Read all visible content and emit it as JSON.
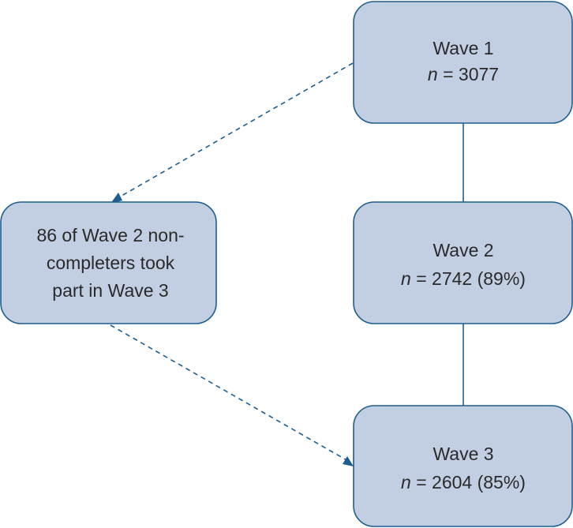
{
  "nodes": {
    "wave1": {
      "title": "Wave 1",
      "n_label": "n",
      "n_value": " = 3077"
    },
    "wave2": {
      "title": "Wave 2",
      "n_label": "n",
      "n_value": " = 2742 (89%)"
    },
    "wave3": {
      "title": "Wave 3",
      "n_label": "n",
      "n_value": " = 2604 (85%)"
    },
    "noncompleters": {
      "line1": "86 of Wave 2 non-",
      "line2": "completers took",
      "line3": "part in Wave 3"
    }
  },
  "colors": {
    "box_fill": "#c2cfe3",
    "box_stroke": "#1f5d8d",
    "connector": "#1f5d8d",
    "text": "#2a2a2a"
  }
}
